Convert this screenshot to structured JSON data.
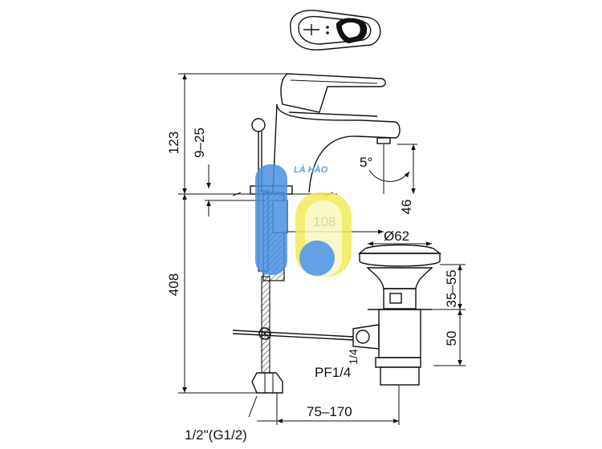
{
  "dimensions": {
    "height_top": "123",
    "lever_lift": "9–25",
    "height_bottom": "408",
    "spout_reach": "108",
    "spout_clearance": "46",
    "angle": "5°",
    "waste_diameter": "Ø62",
    "pop_up_range": "35–55",
    "waste_length": "50",
    "rod_thread_fraction": "1/4",
    "waste_thread": "PF1/4",
    "inlet_thread": "1/2\"(G1/2)",
    "drain_offset": "75–170"
  },
  "watermark": {
    "text": "LÀ HÀO",
    "colors": {
      "blue": "#4a90e2",
      "yellow": "#f2ea5a",
      "text": "#3a8fd8"
    }
  },
  "colors": {
    "line": "#111111",
    "background": "#ffffff"
  }
}
